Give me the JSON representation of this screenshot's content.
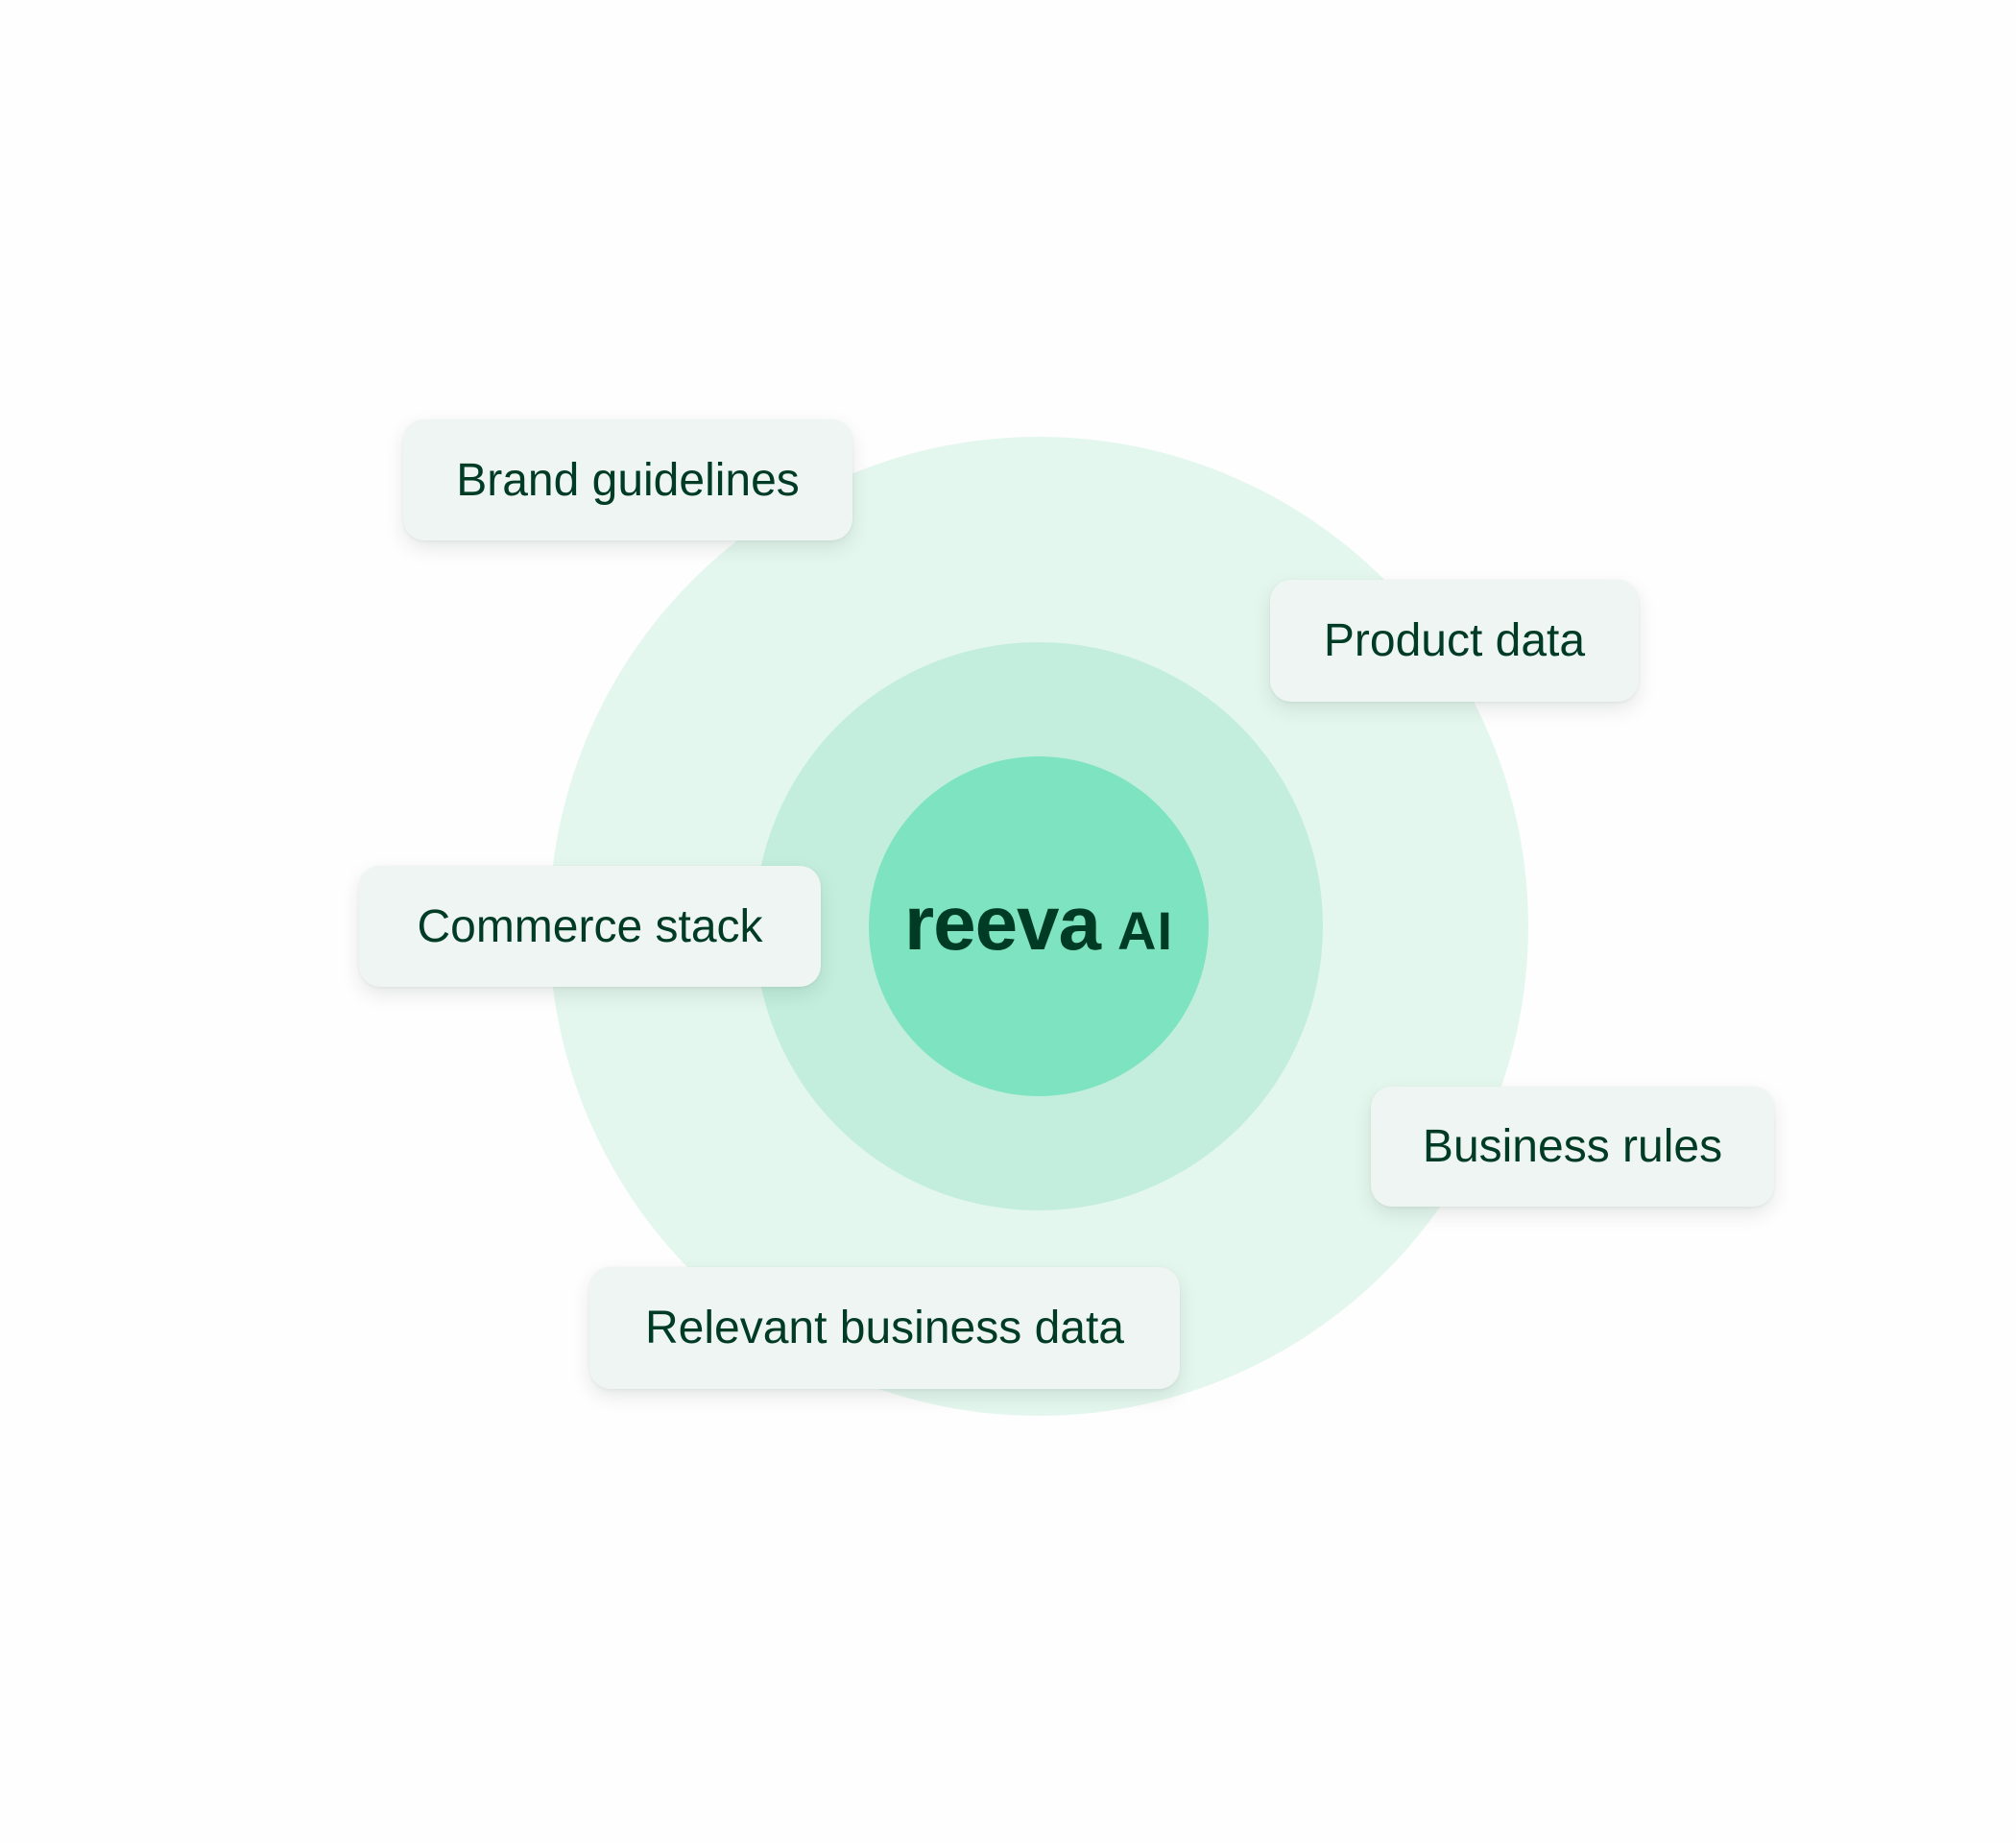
{
  "logo": {
    "word": "reeva",
    "suffix": "AI"
  },
  "labels": {
    "brand_guidelines": "Brand guidelines",
    "product_data": "Product data",
    "commerce_stack": "Commerce stack",
    "business_rules": "Business rules",
    "relevant_business_data": "Relevant business data"
  },
  "colors": {
    "outer_ring": "#e4f7ef",
    "middle_ring": "#c3eedd",
    "core": "#7de3c0",
    "text": "#003b26",
    "chip": "#eff5f2"
  }
}
